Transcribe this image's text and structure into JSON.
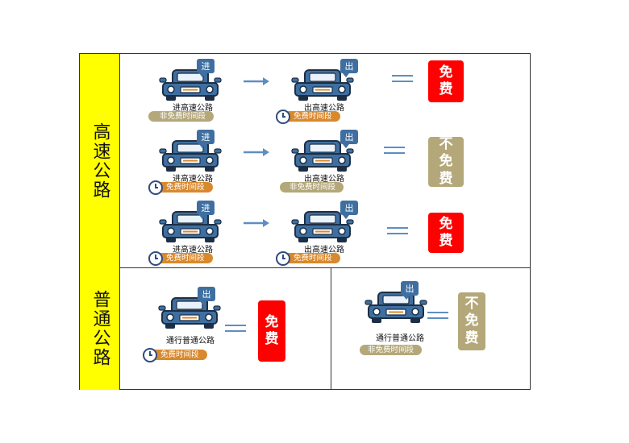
{
  "colors": {
    "label_bg": "#ffff00",
    "tag_blue": "#3f6fa0",
    "car_blue": "#3f6fa0",
    "orange_badge": "#d9892d",
    "tan_badge": "#b4a87a",
    "free_red": "#ff0000",
    "arrow_blue": "#5d8ec3"
  },
  "sections": {
    "highway": {
      "label": "高速公路"
    },
    "ordinary": {
      "label": "普通公路"
    }
  },
  "tags": {
    "enter": "进",
    "exit": "出"
  },
  "car_texts": {
    "enter_highway": "进高速公路",
    "exit_highway": "出高速公路",
    "ordinary_road": "通行普通公路"
  },
  "time_periods": {
    "free": "免费时间段",
    "non_free": "非免费时间段"
  },
  "results": {
    "free": [
      "免",
      "费"
    ],
    "not_free": [
      "不",
      "免",
      "费"
    ]
  },
  "highway_rows": [
    {
      "enter_period": "非免费时间段",
      "exit_period": "免费时间段",
      "result": "免费"
    },
    {
      "enter_period": "免费时间段",
      "exit_period": "非免费时间段",
      "result": "不免费"
    },
    {
      "enter_period": "免费时间段",
      "exit_period": "免费时间段",
      "result": "免费"
    }
  ],
  "ordinary_cells": [
    {
      "period": "免费时间段",
      "result": "免费"
    },
    {
      "period": "非免费时间段",
      "result": "不免费"
    }
  ]
}
